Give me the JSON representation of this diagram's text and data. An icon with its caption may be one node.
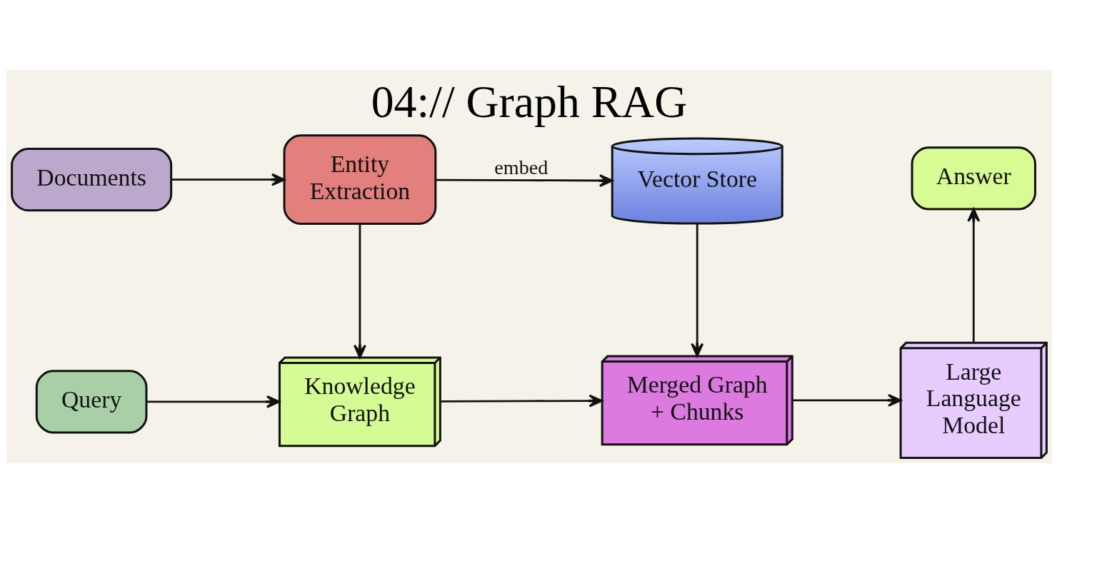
{
  "diagram": {
    "title": "04:// Graph RAG",
    "nodes": [
      {
        "text": [
          "Documents"
        ]
      },
      {
        "text": [
          "Entity Extraction"
        ]
      },
      {
        "text": [
          "Vector Store"
        ]
      },
      {
        "text": [
          "Answer"
        ]
      },
      {
        "text": [
          "Knowledge Graph"
        ]
      },
      {
        "text": [
          "Merged Graph + Chunks"
        ]
      },
      {
        "text": [
          "Large Language Model"
        ]
      },
      {
        "text": [
          "Query"
        ]
      }
    ],
    "edges": [
      {
        "from": 0,
        "to": 1,
        "arrow": "to"
      },
      {
        "from": 1,
        "to": 2,
        "arrow": "to",
        "label": "embed"
      },
      {
        "from": 1,
        "to": 4,
        "arrow": "to"
      },
      {
        "from": 2,
        "to": 5,
        "arrow": "to"
      },
      {
        "from": 4,
        "to": 5,
        "arrow": "to"
      },
      {
        "from": 5,
        "to": 6,
        "arrow": "to"
      },
      {
        "from": 6,
        "to": 3,
        "arrow": "to"
      },
      {
        "from": 7,
        "to": 4,
        "arrow": "to"
      }
    ]
  }
}
